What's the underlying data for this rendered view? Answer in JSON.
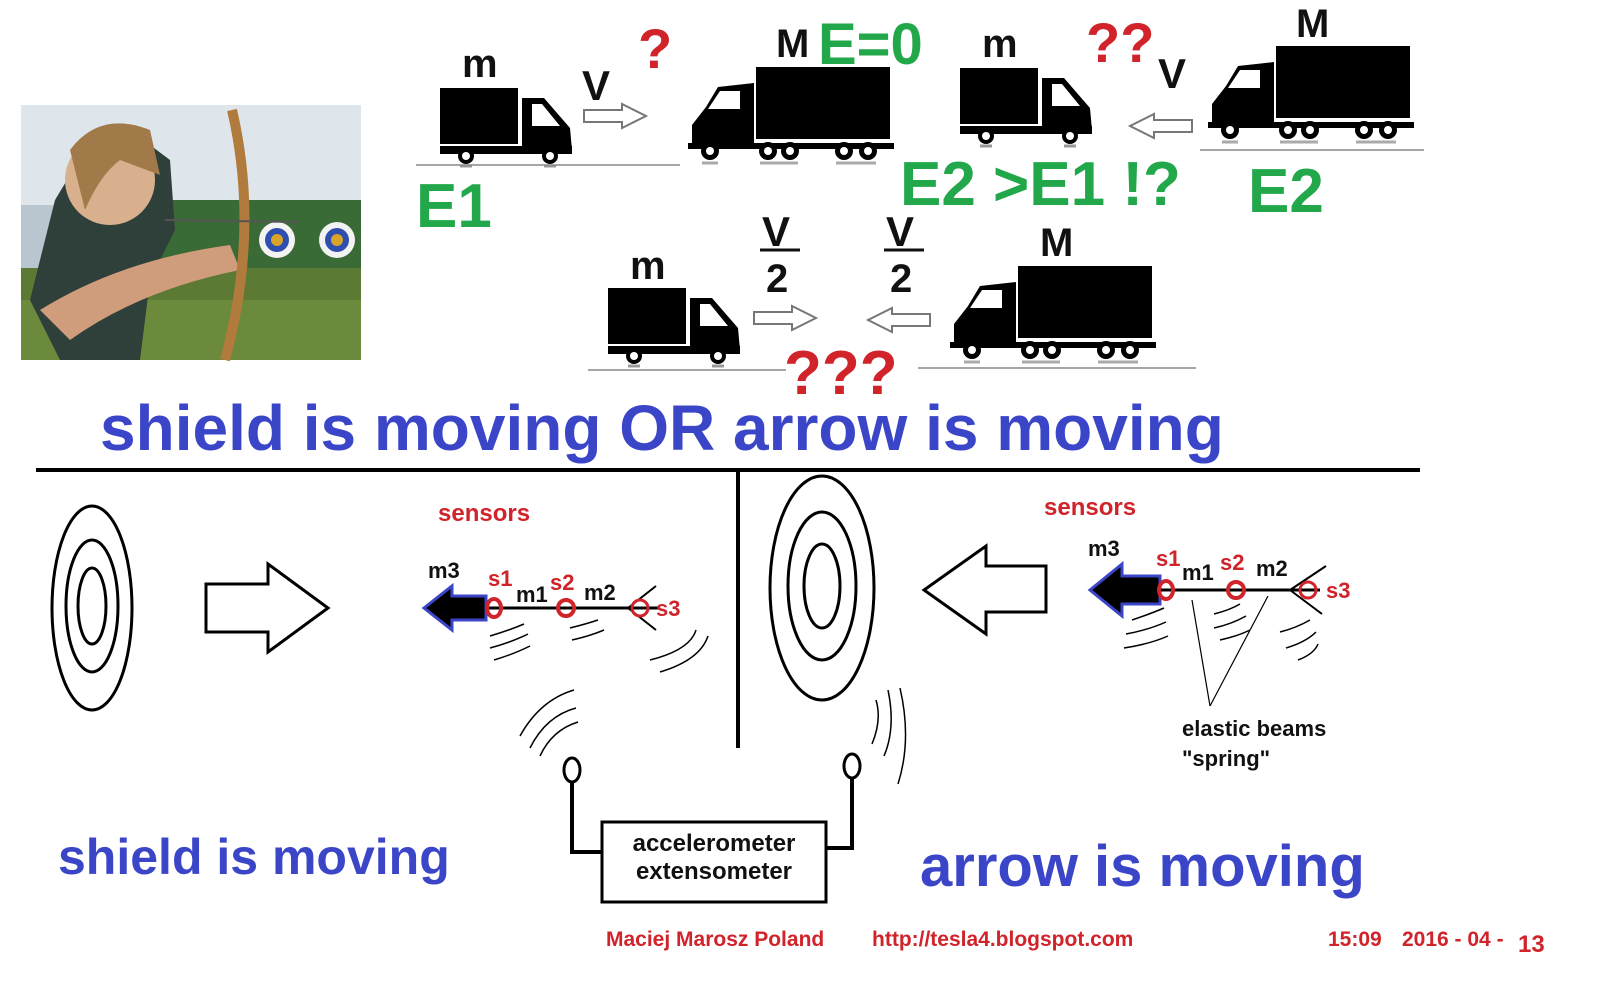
{
  "top": {
    "mass_small": "m",
    "mass_large": "M",
    "velocity": "V",
    "half_num": "V",
    "half_den": "2",
    "q1": "?",
    "q2": "??",
    "q3": "???",
    "e_zero": "E=0",
    "e1": "E1",
    "e2": "E2",
    "compare": "E2 >E1 !?"
  },
  "headline": "shield is moving OR arrow is moving",
  "left_panel": {
    "sensors": "sensors",
    "m3": "m3",
    "s1": "s1",
    "m1": "m1",
    "s2": "s2",
    "m2": "m2",
    "s3": "s3",
    "caption": "shield is moving"
  },
  "right_panel": {
    "sensors": "sensors",
    "m3": "m3",
    "s1": "s1",
    "m1": "m1",
    "s2": "s2",
    "m2": "m2",
    "s3": "s3",
    "beams_1": "elastic beams",
    "beams_2": "\"spring\"",
    "caption": "arrow is moving"
  },
  "device": {
    "line1": "accelerometer",
    "line2": "extensometer"
  },
  "footer": {
    "author": "Maciej Marosz Poland",
    "url": "http://tesla4.blogspot.com",
    "time": "15:09",
    "date": "2016 - 04 -",
    "day": "13"
  },
  "colors": {
    "blue": "#3b45c8",
    "green": "#22a84a",
    "red": "#d0232a"
  },
  "icons": [
    "van-icon",
    "truck-icon",
    "target-icon",
    "arrow-icon",
    "antenna-icon"
  ]
}
